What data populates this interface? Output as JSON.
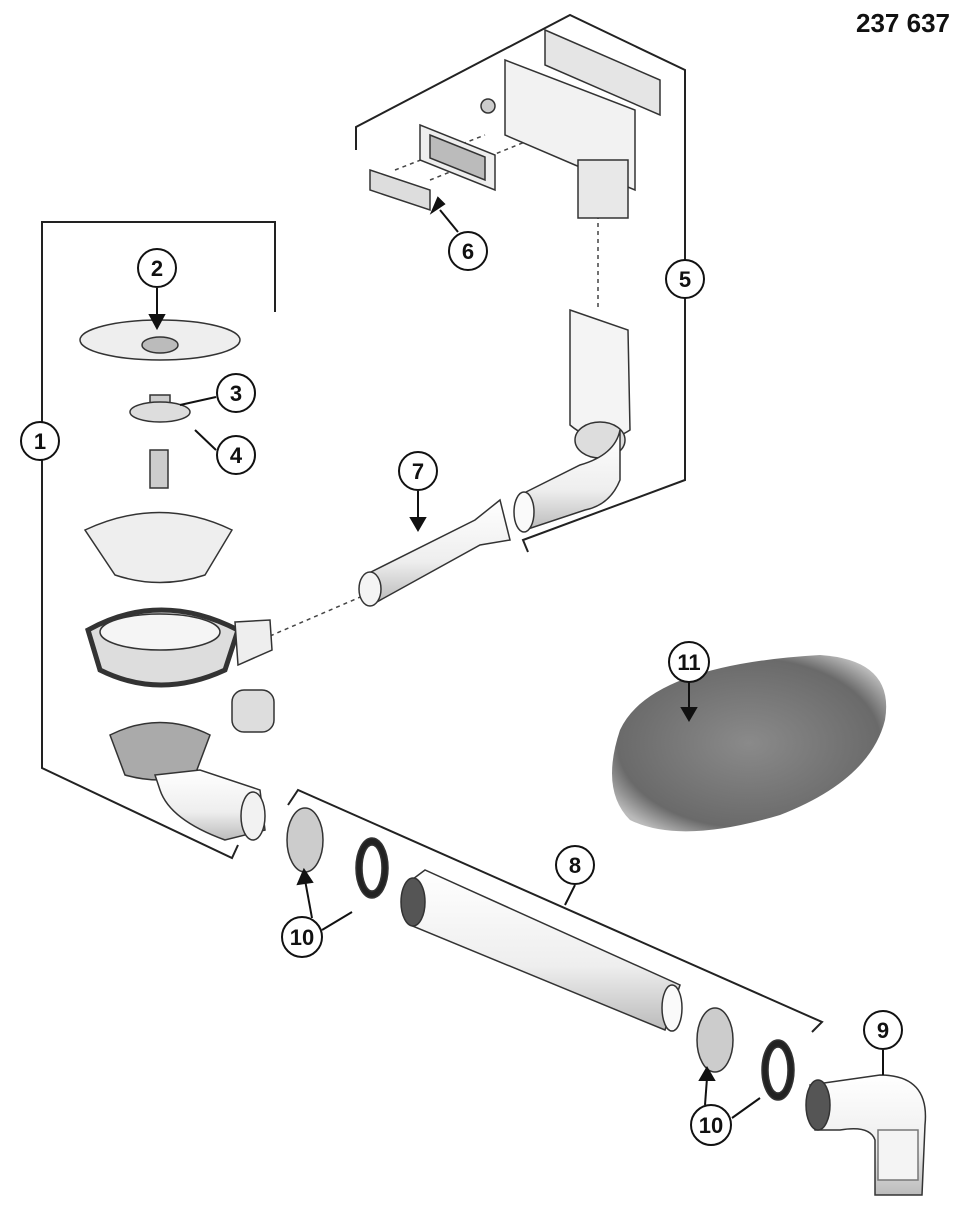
{
  "diagram": {
    "part_code": "237 637",
    "callouts": {
      "c1": "1",
      "c2": "2",
      "c3": "3",
      "c4": "4",
      "c5": "5",
      "c6": "6",
      "c7": "7",
      "c8": "8",
      "c9": "9",
      "c10a": "10",
      "c10b": "10",
      "c11": "11"
    }
  }
}
